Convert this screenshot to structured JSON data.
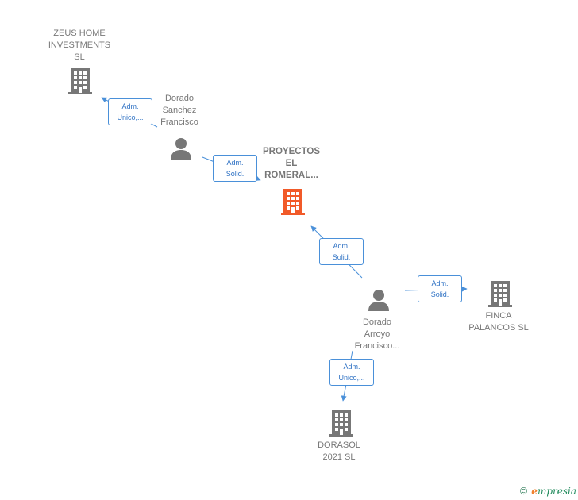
{
  "nodes": {
    "zeus": {
      "label": "ZEUS HOME\nINVESTMENTS\nSL",
      "icon": "building-icon",
      "color": "#777777"
    },
    "dorado_sanchez": {
      "label": "Dorado\nSanchez\nFrancisco",
      "icon": "person-icon",
      "color": "#777777"
    },
    "proyectos": {
      "label": "PROYECTOS\nEL\nROMERAL...",
      "icon": "building-icon",
      "color": "#f15a29"
    },
    "dorado_arroyo": {
      "label": "Dorado\nArroyo\nFrancisco...",
      "icon": "person-icon",
      "color": "#777777"
    },
    "finca": {
      "label": "FINCA\nPALANCOS SL",
      "icon": "building-icon",
      "color": "#777777"
    },
    "dorasol": {
      "label": "DORASOL\n2021 SL",
      "icon": "building-icon",
      "color": "#777777"
    }
  },
  "edges": {
    "e1": {
      "label": "Adm.\nUnico,..."
    },
    "e2": {
      "label": "Adm.\nSolid."
    },
    "e3": {
      "label": "Adm.\nSolid."
    },
    "e4": {
      "label": "Adm.\nSolid."
    },
    "e5": {
      "label": "Adm.\nUnico,..."
    }
  },
  "brand": {
    "copyright": "©",
    "name_initial": "e",
    "name_rest": "mpresia"
  },
  "colors": {
    "edge": "#4a90d9",
    "node": "#777777",
    "focus": "#f15a29"
  }
}
